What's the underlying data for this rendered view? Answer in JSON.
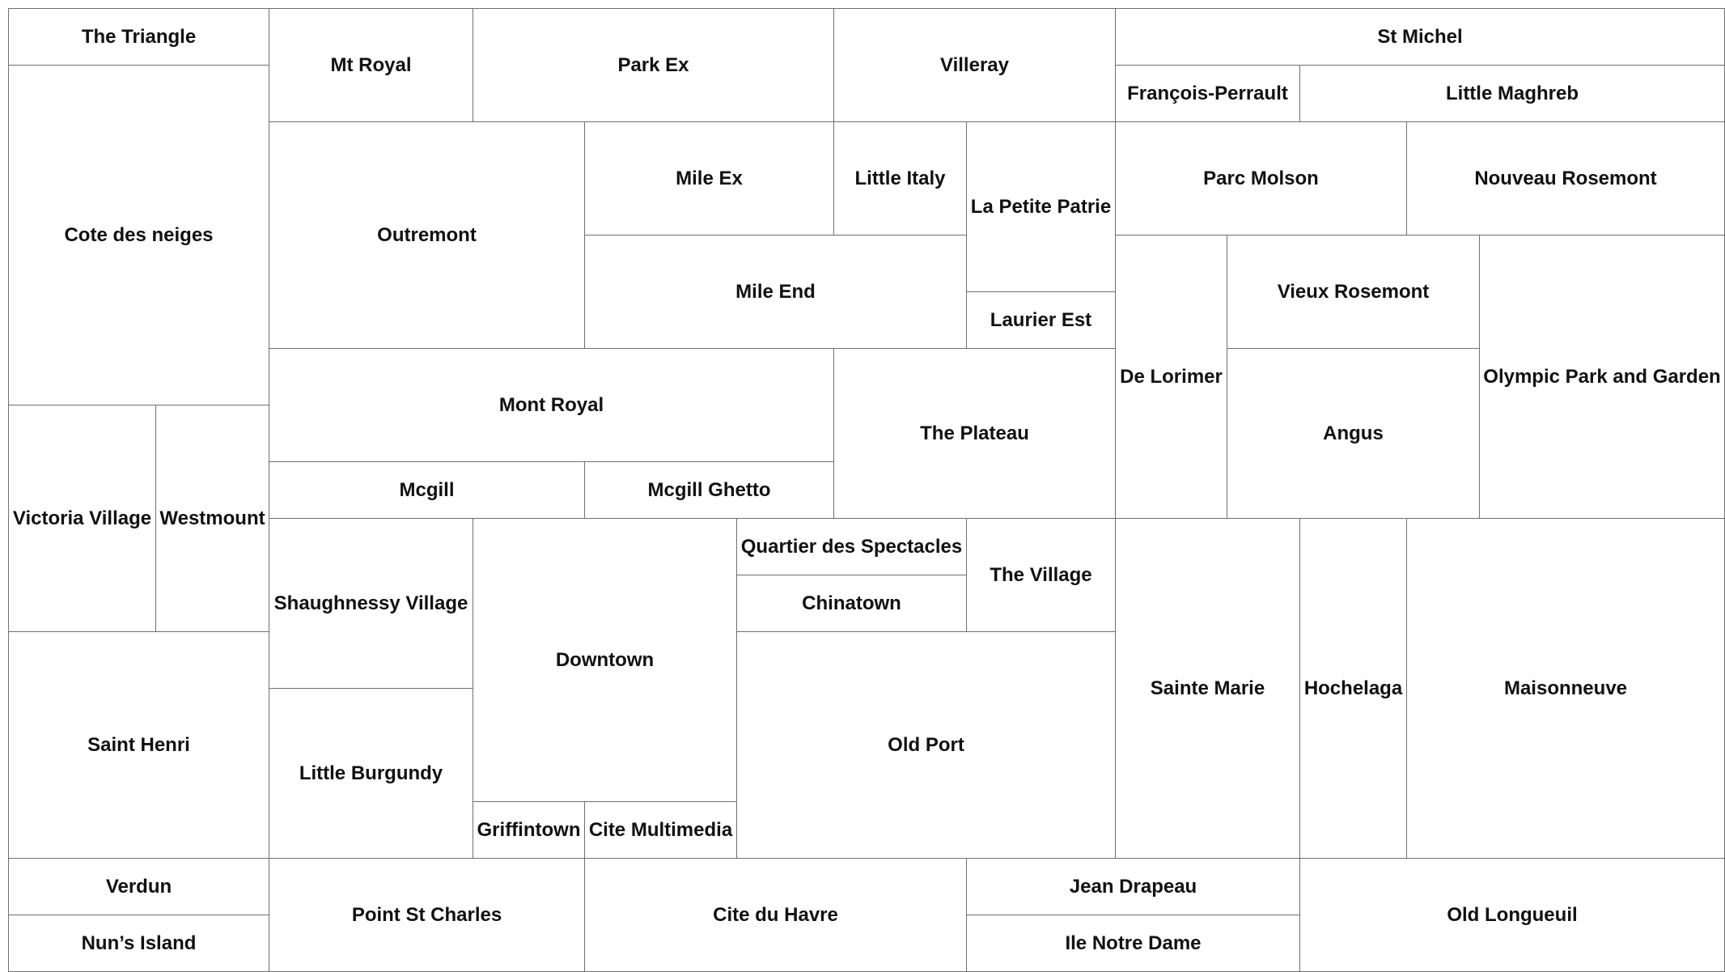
{
  "neighborhoods": [
    "The Triangle",
    "Cote des neiges",
    "Victoria Village",
    "Westmount",
    "Saint Henri",
    "Verdun",
    "Nun’s Island",
    "Mt Royal",
    "Park Ex",
    "Villeray",
    "St Michel",
    "François-Perrault",
    "Little Maghreb",
    "Outremont",
    "Mile Ex",
    "Little Italy",
    "La Petite Patrie",
    "Parc Molson",
    "Nouveau Rosemont",
    "Mile End",
    "Laurier Est",
    "De Lorimer",
    "Vieux Rosemont",
    "Olympic Park and Garden",
    "Mont Royal",
    "The Plateau",
    "Angus",
    "Mcgill",
    "Mcgill Ghetto",
    "Shaughnessy Village",
    "Downtown",
    "Quartier des Spectacles",
    "Chinatown",
    "The Village",
    "Old Port",
    "Sainte Marie",
    "Hochelaga",
    "Maisonneuve",
    "Little Burgundy",
    "Griffintown",
    "Cite Multimedia",
    "Point St Charles",
    "Cite du Havre",
    "Jean Drapeau",
    "Ile Notre Dame",
    "Old Longueuil"
  ]
}
